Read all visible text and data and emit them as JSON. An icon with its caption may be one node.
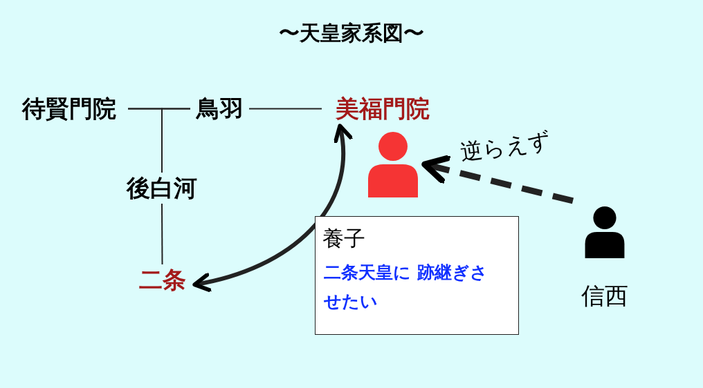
{
  "diagram": {
    "title": "〜天皇家系図〜",
    "nodes": [
      {
        "text": [
          "待賢門院"
        ]
      },
      {
        "text": [
          "鳥羽"
        ]
      },
      {
        "text": [
          "美福門院"
        ]
      },
      {
        "text": [
          "後白河"
        ]
      },
      {
        "text": [
          "二条"
        ]
      },
      {
        "text": [],
        "shape": "person"
      },
      {
        "text": [
          "信西"
        ]
      },
      {
        "text": [
          "養子",
          "二条天皇に 跡継ぎさせたい"
        ]
      }
    ],
    "edges": [
      {
        "from": 0,
        "to": 1,
        "arrow": "none"
      },
      {
        "from": 1,
        "to": 2,
        "arrow": "none"
      },
      {
        "from": 0,
        "to": 3,
        "arrow": "none"
      },
      {
        "from": 1,
        "to": 3,
        "arrow": "none"
      },
      {
        "from": 3,
        "to": 4,
        "arrow": "none"
      },
      {
        "from": 2,
        "to": 4,
        "arrow": "both",
        "style": "thick"
      },
      {
        "from": 6,
        "to": 5,
        "arrow": "to",
        "label": "逆らえず",
        "style": "dashed"
      }
    ]
  }
}
